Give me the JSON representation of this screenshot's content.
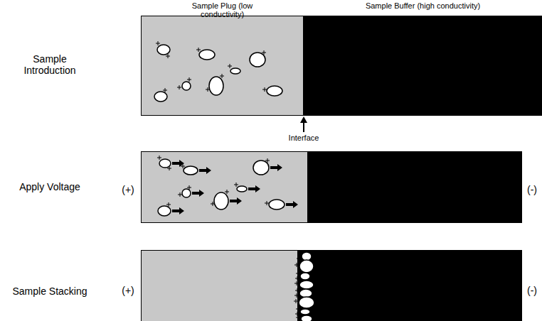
{
  "diagram": {
    "nodes": [
      {
        "text": [
          "Sample Plug (low conductivity)"
        ]
      },
      {
        "text": [
          "Sample Buffer (high conductivity)"
        ]
      }
    ],
    "labels": [
      "Interface",
      "Sample Introduction",
      "Apply Voltage",
      "Sample Stacking",
      "(+)",
      "(-)",
      "(+)",
      "(-)"
    ]
  }
}
